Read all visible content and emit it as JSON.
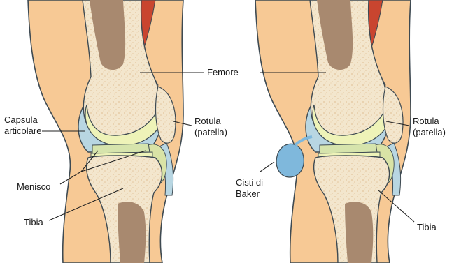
{
  "labels": {
    "femore": "Femore",
    "rotula_left_1": "Rotula",
    "rotula_left_2": "(patella)",
    "rotula_right_1": "Rotula",
    "rotula_right_2": "(patella)",
    "capsula_1": "Capsula",
    "capsula_2": "articolare",
    "menisco": "Menisco",
    "tibia_left": "Tibia",
    "tibia_right": "Tibia",
    "cisti_1": "Cisti di",
    "cisti_2": "Baker"
  },
  "colors": {
    "skin": "#f7c995",
    "bone": "#f3e6cd",
    "bone_speckle": "#e2c49c",
    "marrow": "#a8896f",
    "cartilage": "#eef3b8",
    "meniscus": "#d6e4ac",
    "fat_pad": "#d9e3a6",
    "capsule": "#b8d6e2",
    "muscle": "#c9452f",
    "cyst": "#7fb8dc",
    "outline": "#3e4a52"
  }
}
